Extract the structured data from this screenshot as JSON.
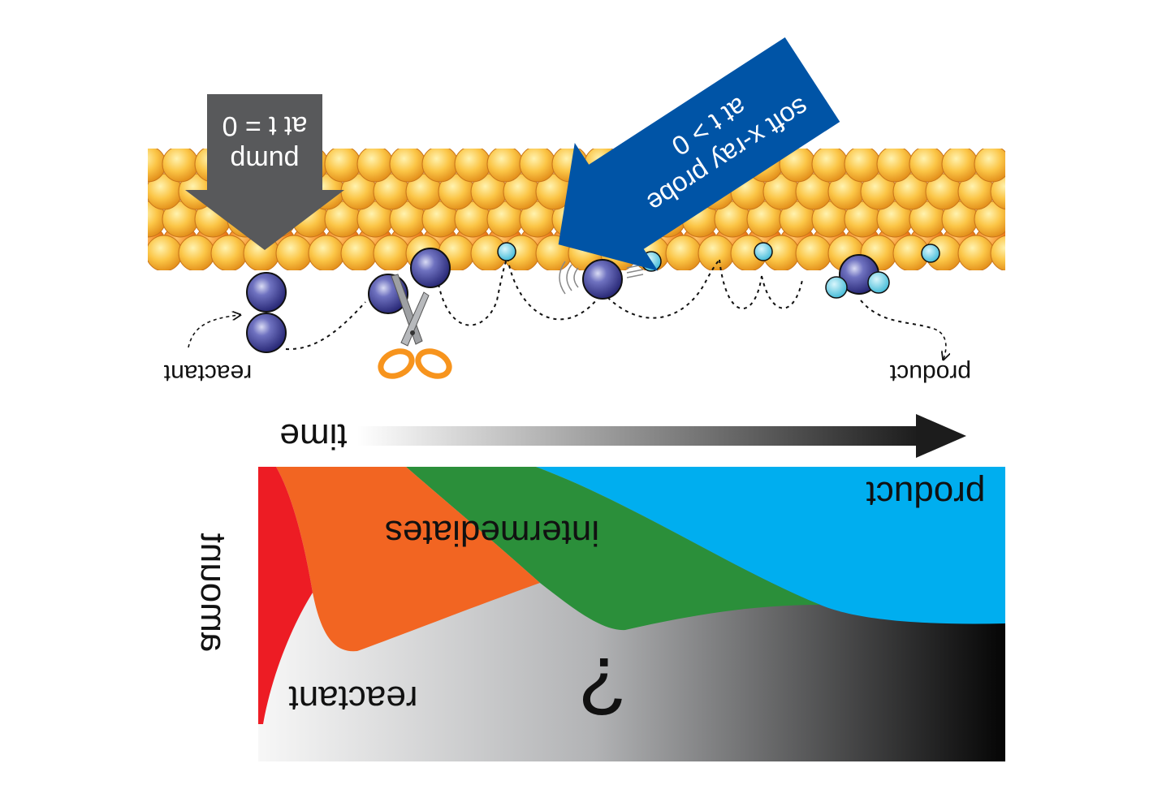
{
  "labels": {
    "pump": "pump",
    "pump_time": "at t = 0",
    "probe": "soft x-ray probe",
    "probe_time": "at t > 0",
    "reactant_top": "reactant",
    "product_top": "product",
    "time": "time",
    "amount": "amount",
    "product_region": "product",
    "intermediates_region": "intermediates",
    "reactant_region": "reactant",
    "unknown_region": "?"
  },
  "colors": {
    "surface_top": "#fbd35b",
    "surface_bottom": "#f07d1b",
    "pump_arrow": "#58595b",
    "probe_arrow": "#0054a6",
    "adsorbate_large": "#3f3f8f",
    "adsorbate_small": "#62c8e0",
    "reactant": "#ed1c24",
    "intermediate_early": "#f26522",
    "intermediate_late": "#2b8f3a",
    "product": "#00aeef",
    "unknown_start": "#f5f5f5",
    "unknown_end": "#000000"
  },
  "image_note": "image is rendered mirrored (horizontally flipped) as in the original"
}
